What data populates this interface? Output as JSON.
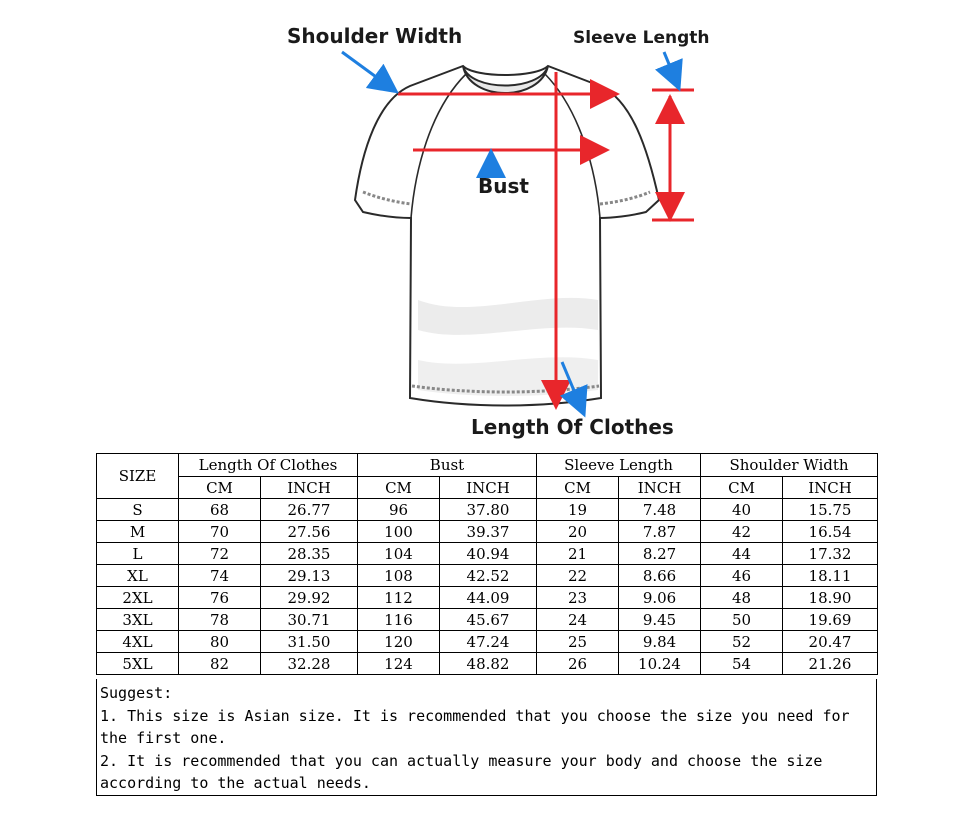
{
  "diagram": {
    "shoulder_label": "Shoulder Width",
    "sleeve_label": "Sleeve Length",
    "bust_label": "Bust",
    "length_label": "Length Of Clothes",
    "colors": {
      "arrow_red": "#e8262b",
      "pointer_blue": "#1e7fe0",
      "outline": "#2a2a2a"
    }
  },
  "table": {
    "size_header": "SIZE",
    "groups": [
      "Length Of Clothes",
      "Bust",
      "Sleeve Length",
      "Shoulder Width"
    ],
    "units": [
      "CM",
      "INCH"
    ],
    "rows": [
      [
        "S",
        "68",
        "26.77",
        "96",
        "37.80",
        "19",
        "7.48",
        "40",
        "15.75"
      ],
      [
        "M",
        "70",
        "27.56",
        "100",
        "39.37",
        "20",
        "7.87",
        "42",
        "16.54"
      ],
      [
        "L",
        "72",
        "28.35",
        "104",
        "40.94",
        "21",
        "8.27",
        "44",
        "17.32"
      ],
      [
        "XL",
        "74",
        "29.13",
        "108",
        "42.52",
        "22",
        "8.66",
        "46",
        "18.11"
      ],
      [
        "2XL",
        "76",
        "29.92",
        "112",
        "44.09",
        "23",
        "9.06",
        "48",
        "18.90"
      ],
      [
        "3XL",
        "78",
        "30.71",
        "116",
        "45.67",
        "24",
        "9.45",
        "50",
        "19.69"
      ],
      [
        "4XL",
        "80",
        "31.50",
        "120",
        "47.24",
        "25",
        "9.84",
        "52",
        "20.47"
      ],
      [
        "5XL",
        "82",
        "32.28",
        "124",
        "48.82",
        "26",
        "10.24",
        "54",
        "21.26"
      ]
    ]
  },
  "suggest": {
    "title": "Suggest:",
    "line1": "1. This size is Asian size. It is recommended that you choose the size you need for the first one.",
    "line2": "2. It is recommended that you can actually measure your body and choose the size according to the actual needs."
  }
}
